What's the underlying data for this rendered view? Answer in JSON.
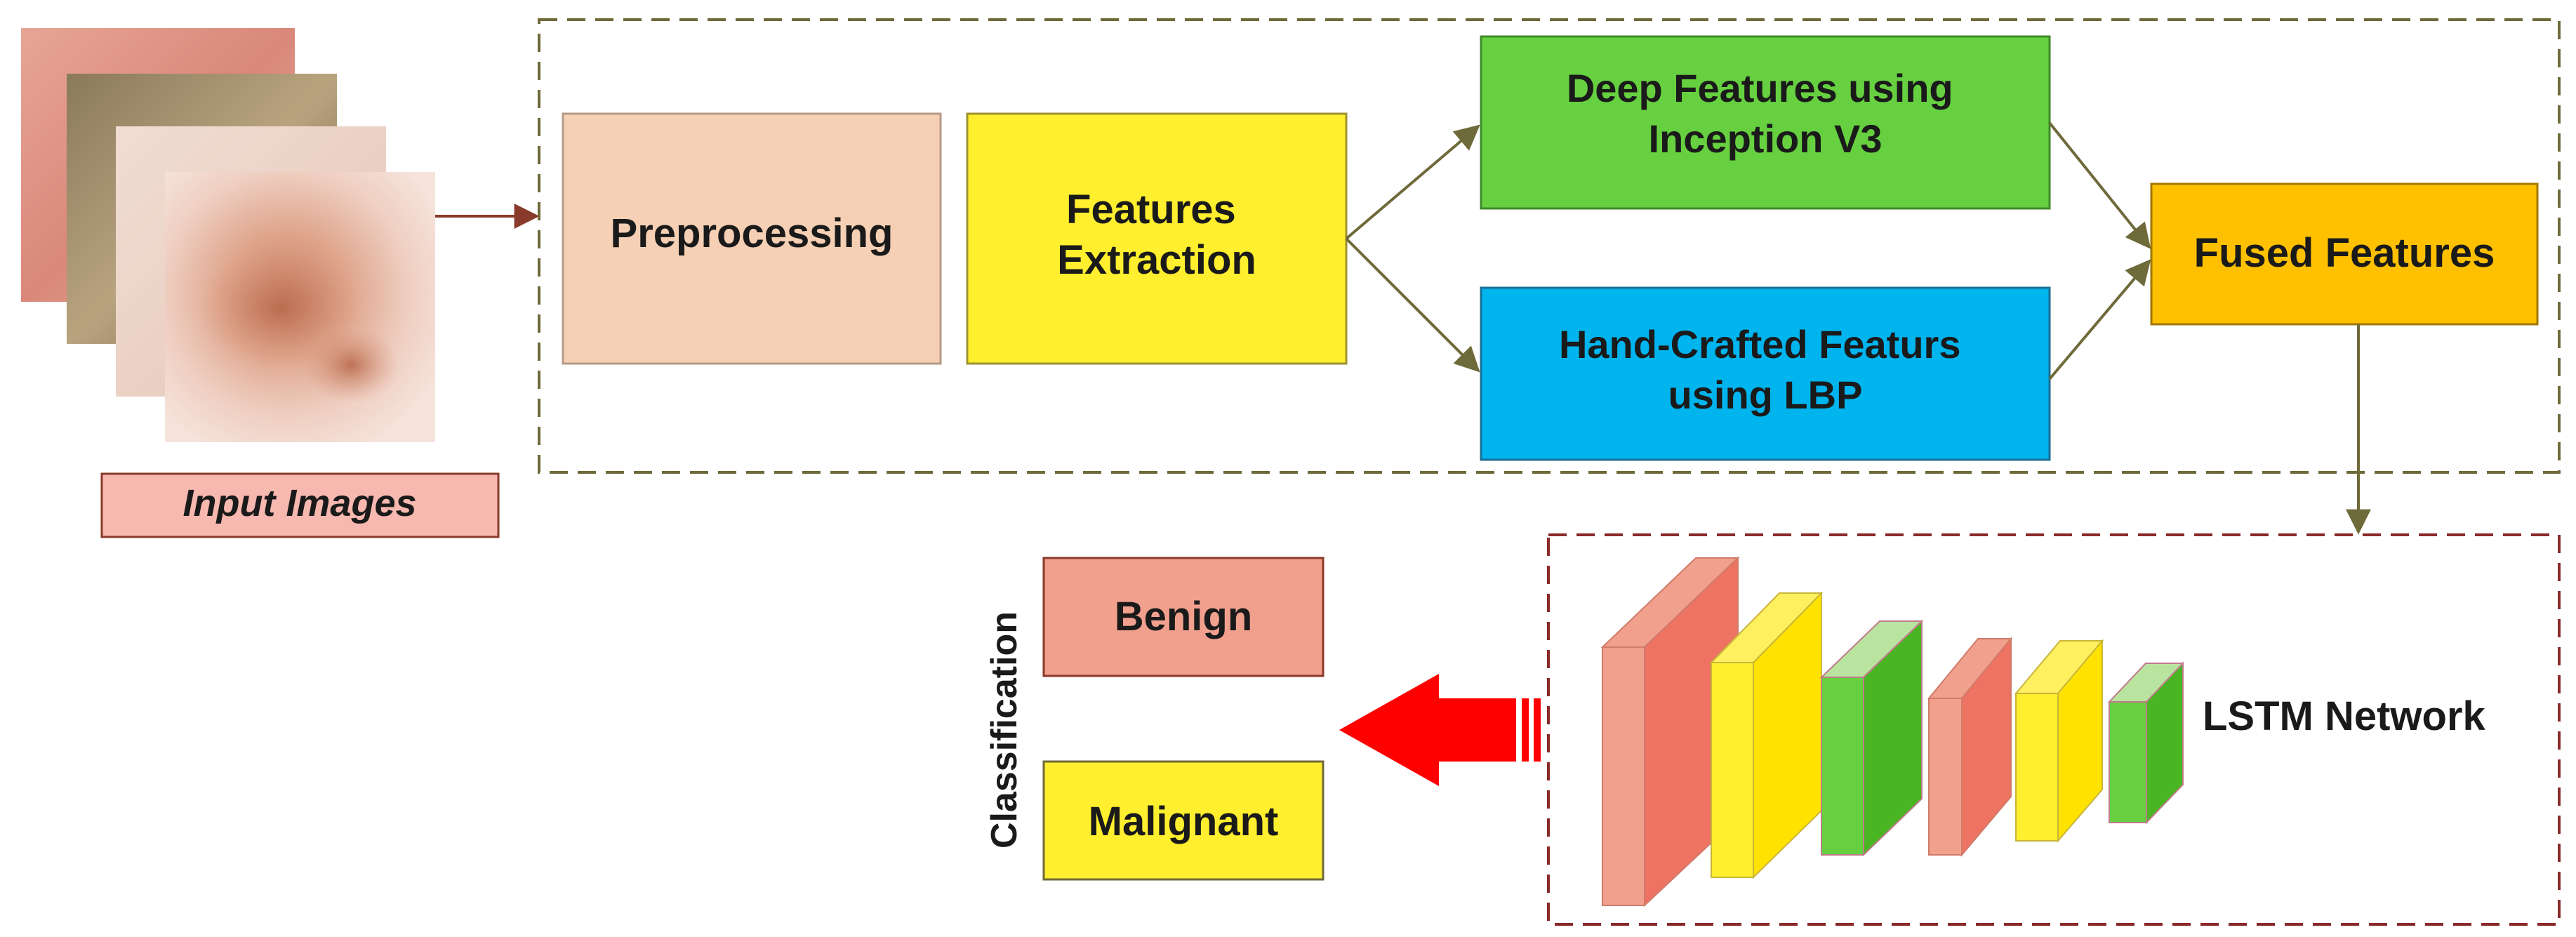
{
  "input": {
    "label": "Input Images"
  },
  "steps": {
    "preprocessing": "Preprocessing",
    "extraction": [
      "Features",
      "Extraction"
    ],
    "deep": [
      "Deep Features using",
      "Inception V3"
    ],
    "handcrafted": [
      "Hand-Crafted Featurs",
      "using LBP"
    ],
    "fused": "Fused Features"
  },
  "network": {
    "label": "LSTM Network"
  },
  "classification": {
    "title": "Classification",
    "classes": [
      "Benign",
      "Malignant"
    ]
  },
  "colors": {
    "preprocessing": "#f5d0b5",
    "extraction": "#ffef2e",
    "deep": "#66d040",
    "handcrafted": "#00b4ee",
    "fused": "#ffc000",
    "benign": "#f2a08e",
    "malignant": "#ffef2e",
    "input_label": "#f7b8b0",
    "arrow_red": "#ff0000",
    "frame": "#6f6a3a"
  }
}
